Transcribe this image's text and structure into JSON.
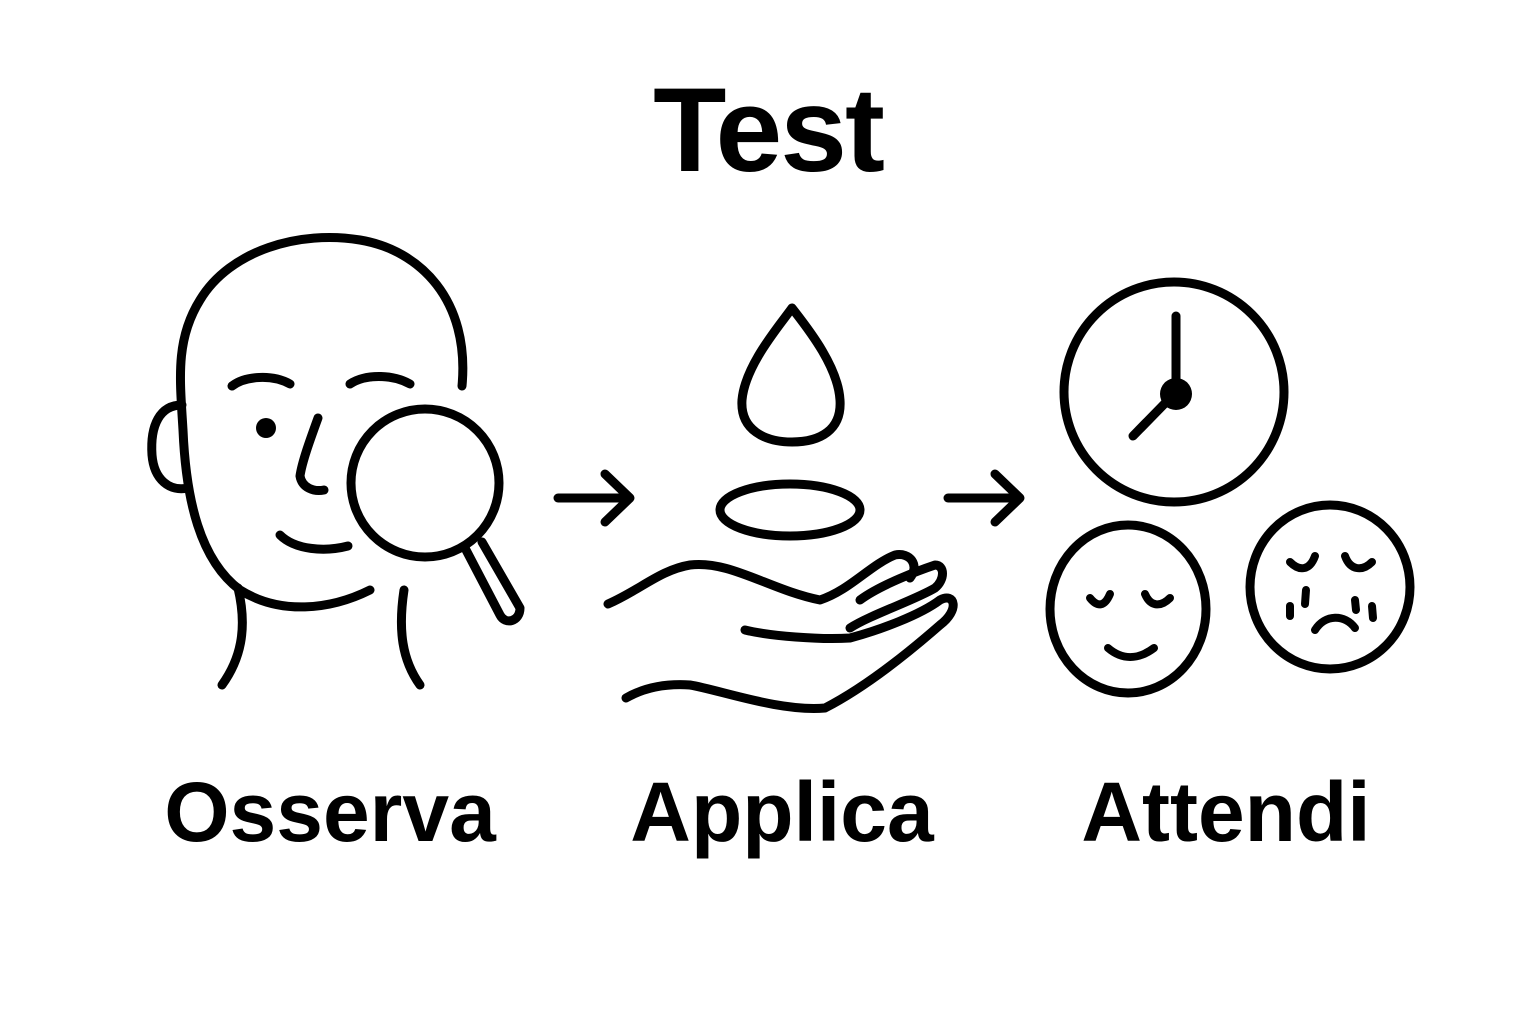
{
  "title": "Test",
  "steps": [
    {
      "label": "Osserva",
      "icon": "face-with-magnifier-icon"
    },
    {
      "label": "Applica",
      "icon": "drop-on-hand-icon"
    },
    {
      "label": "Attendi",
      "icon": "clock-with-reaction-faces-icon"
    }
  ],
  "arrows": [
    "arrow-right-icon",
    "arrow-right-icon"
  ],
  "colors": {
    "foreground": "#000000",
    "background": "#ffffff"
  }
}
